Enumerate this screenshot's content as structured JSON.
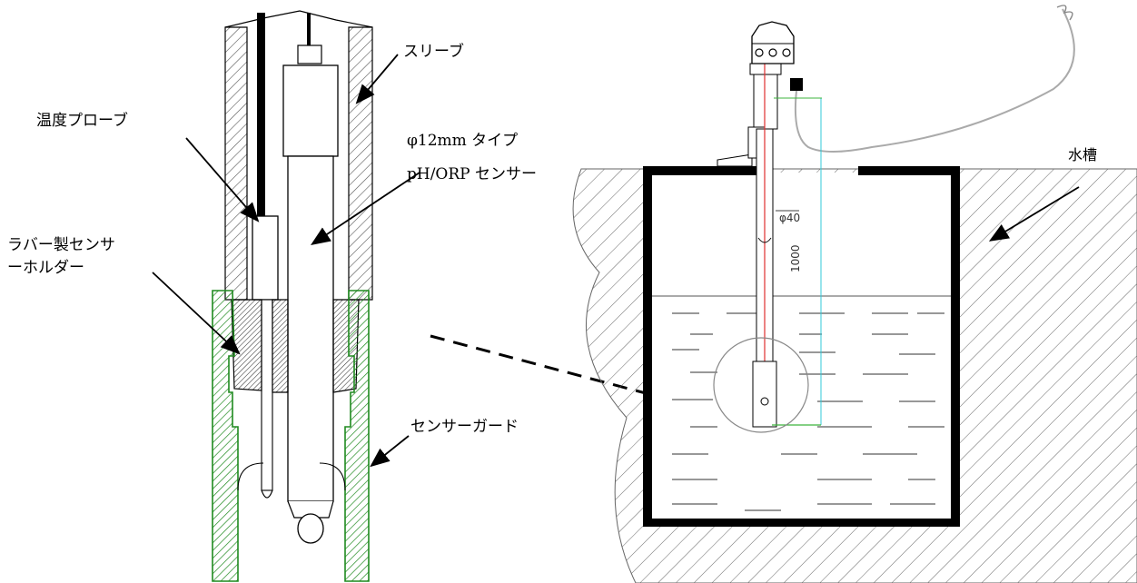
{
  "left_detail": {
    "labels": {
      "sleeve": "スリーブ",
      "temp_probe": "温度プローブ",
      "sensor_type_line1": "φ12mm タイプ",
      "sensor_type_line2": "pH/ORP センサー",
      "rubber_holder_line1": "ラバー製センサ",
      "rubber_holder_line2": "ーホルダー",
      "sensor_guard": "センサーガード"
    }
  },
  "right_install": {
    "labels": {
      "tank": "水槽",
      "diameter": "φ40",
      "length": "1000"
    }
  },
  "colors": {
    "guard_green": "#3cb43c",
    "line_black": "#000000",
    "axis_red": "#e03030",
    "dimension_cyan": "#30c8d8",
    "hatch_gray": "#666666"
  }
}
